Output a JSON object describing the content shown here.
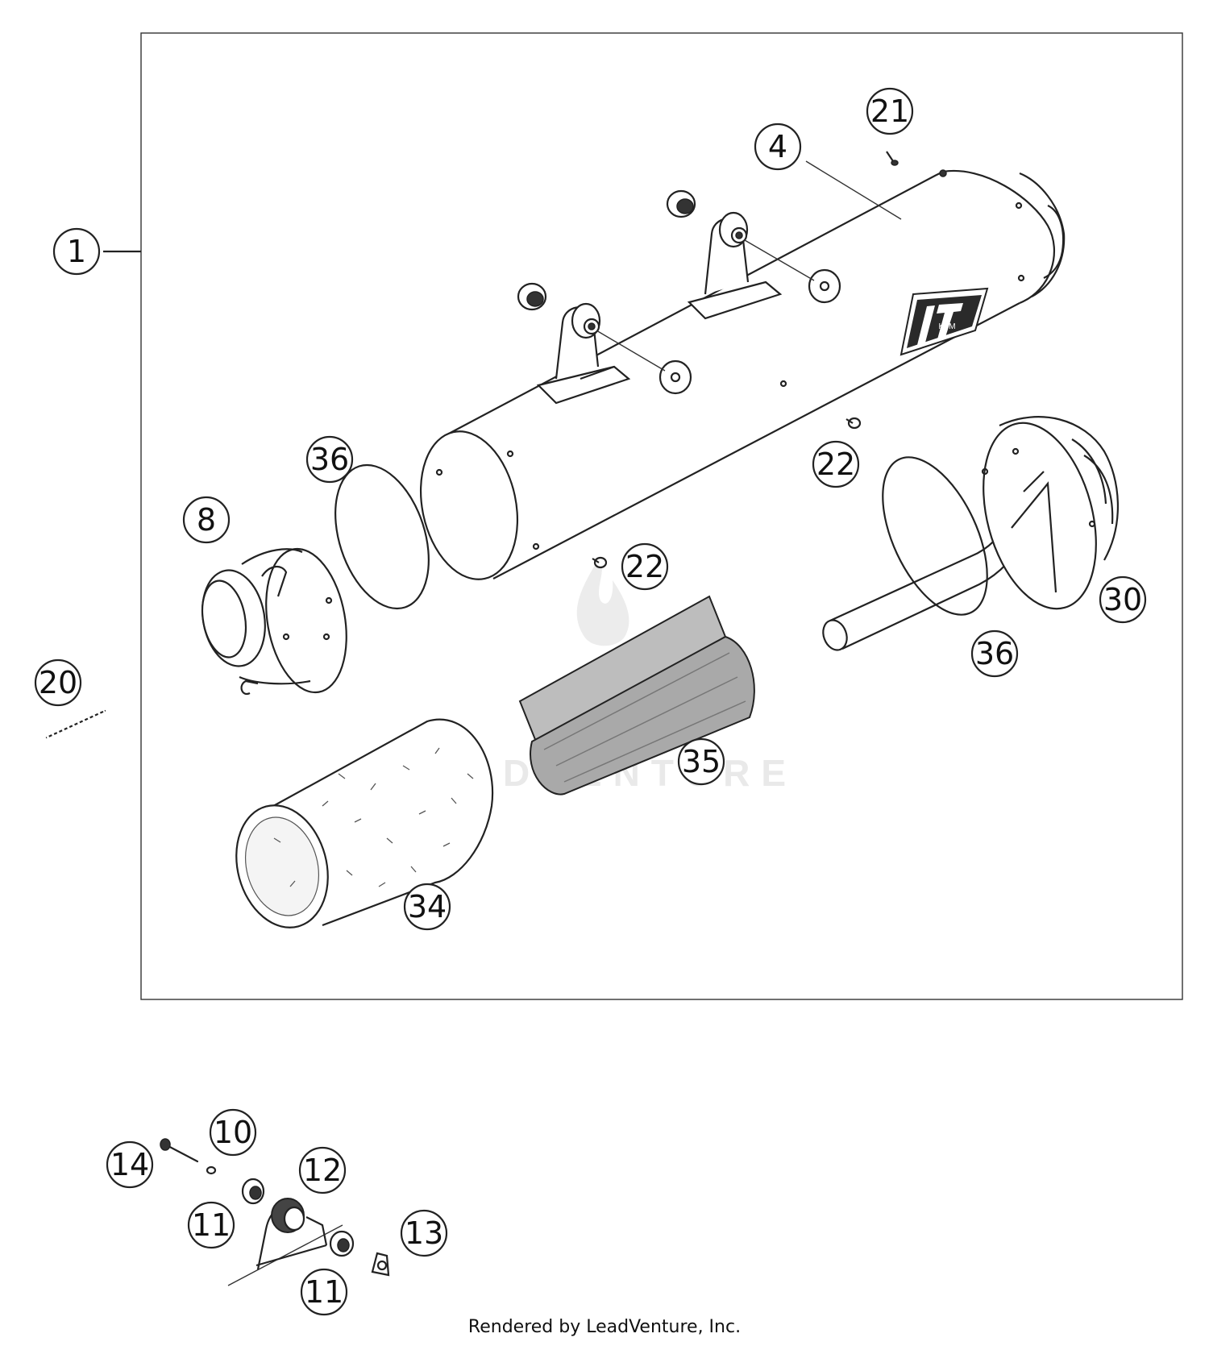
{
  "callouts": [
    {
      "id": "1",
      "label": "1"
    },
    {
      "id": "4",
      "label": "4"
    },
    {
      "id": "8",
      "label": "8"
    },
    {
      "id": "10",
      "label": "10"
    },
    {
      "id": "11a",
      "label": "11"
    },
    {
      "id": "11b",
      "label": "11"
    },
    {
      "id": "12",
      "label": "12"
    },
    {
      "id": "13",
      "label": "13"
    },
    {
      "id": "14",
      "label": "14"
    },
    {
      "id": "20",
      "label": "20"
    },
    {
      "id": "21",
      "label": "21"
    },
    {
      "id": "22a",
      "label": "22"
    },
    {
      "id": "22b",
      "label": "22"
    },
    {
      "id": "30",
      "label": "30"
    },
    {
      "id": "34",
      "label": "34"
    },
    {
      "id": "35",
      "label": "35"
    },
    {
      "id": "36a",
      "label": "36"
    },
    {
      "id": "36b",
      "label": "36"
    }
  ],
  "brand_logo_text": "KTM",
  "watermark": "LEADVENTURE",
  "footer": "Rendered by LeadVenture, Inc.",
  "colors": {
    "line": "#222222",
    "background": "#ffffff",
    "watermark": "#e9e9e9"
  }
}
